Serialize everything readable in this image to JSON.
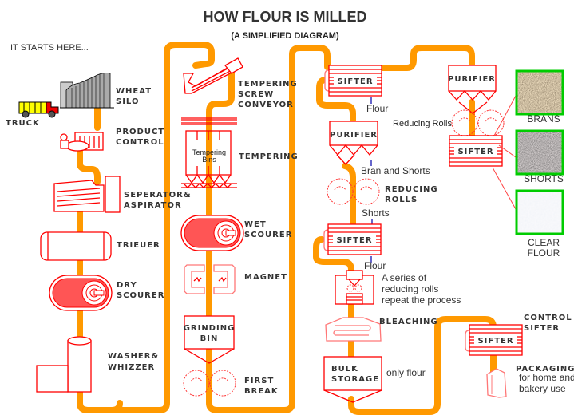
{
  "title": "HOW FLOUR IS MILLED",
  "subtitle": "(A SIMPLIFIED DIAGRAM)",
  "start_note": "IT STARTS HERE...",
  "colors": {
    "pipe": "#ff9900",
    "equipment": "#ff0000",
    "image_border": "#00cc00"
  },
  "labels": {
    "truck": "TRUCK",
    "wheat_silo": [
      "WHEAT",
      "SILO"
    ],
    "product_control": [
      "PRODUCT",
      "CONTROL"
    ],
    "separator": [
      "SEPERATOR&",
      "ASPIRATOR"
    ],
    "trieuer": "TRIEUER",
    "dry_scourer": [
      "DRY",
      "SCOURER"
    ],
    "washer": [
      "WASHER&",
      "WHIZZER"
    ],
    "screw_conveyor": [
      "TEMPERING",
      "SCREW",
      "CONVEYOR"
    ],
    "tempering": "TEMPERING",
    "tempering_bins": [
      "Tempering",
      "Bins"
    ],
    "wet_scourer": [
      "WET",
      "SCOURER"
    ],
    "magnet": "MAGNET",
    "grinding_bin": [
      "GRINDING",
      "BIN"
    ],
    "first_break": [
      "FIRST",
      "BREAK"
    ],
    "sifter": "SIFTER",
    "purifier": "PURIFIER",
    "reducing_rolls": [
      "REDUCING",
      "ROLLS"
    ],
    "bleaching": "BLEACHING",
    "bulk_storage": [
      "BULK",
      "STORAGE"
    ],
    "control_sifter": [
      "CONTROL",
      "SIFTER"
    ],
    "packaging": "PACKAGING"
  },
  "notes": {
    "flour": "Flour",
    "bran_and_shorts": "Bran and Shorts",
    "shorts": "Shorts",
    "series": [
      "A series of",
      "reducing rolls",
      "repeat the process"
    ],
    "reducing_rolls": "Reducing Rolls",
    "only_flour": "only flour",
    "packaging_use": [
      "for home and",
      "bakery use"
    ]
  },
  "products": [
    {
      "label": "BRANS"
    },
    {
      "label": "SHORTS"
    },
    {
      "label": [
        "CLEAR",
        "FLOUR"
      ]
    }
  ]
}
